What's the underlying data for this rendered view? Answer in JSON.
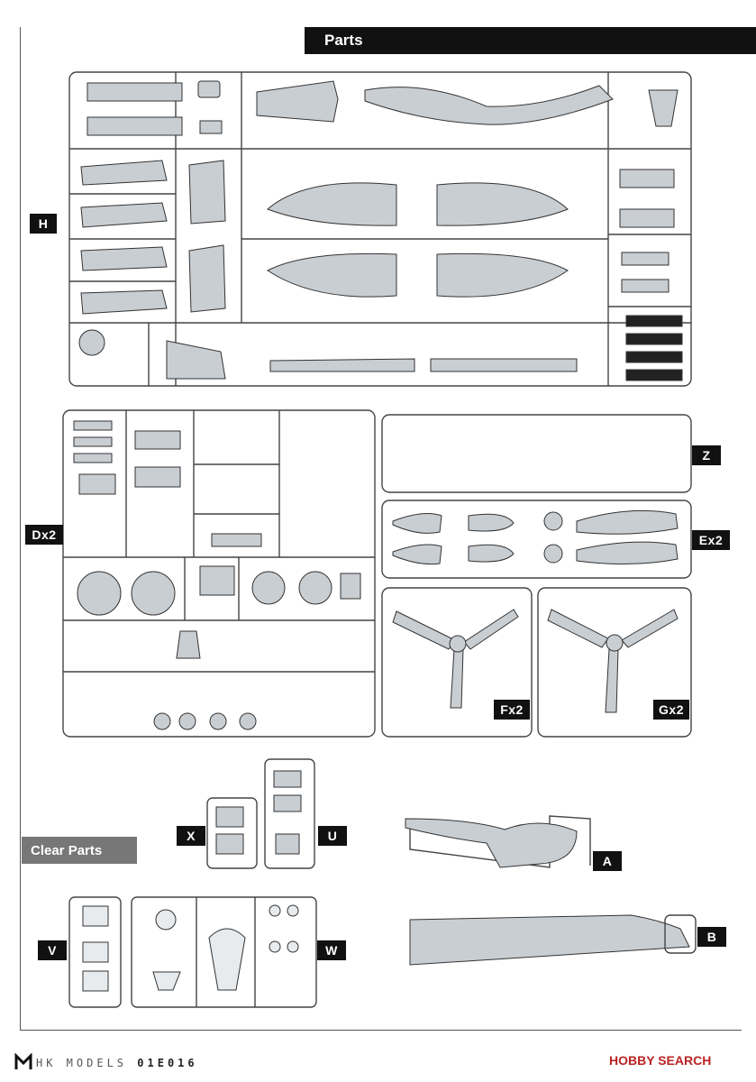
{
  "header": {
    "title": "Parts"
  },
  "section": {
    "clear_parts": "Clear Parts"
  },
  "sprues": {
    "H": "H",
    "D": "Dx2",
    "Z": "Z",
    "E": "Ex2",
    "F": "Fx2",
    "G": "Gx2",
    "X": "X",
    "U": "U",
    "A": "A",
    "B": "B",
    "V": "V",
    "W": "W"
  },
  "footer": {
    "brand": "HK MODELS",
    "code": "01E016",
    "watermark": "HOBBY SEARCH"
  },
  "colors": {
    "ink": "#111111",
    "part_fill": "#c9ced3",
    "sprue": "#444444",
    "accent": "#b22222"
  }
}
